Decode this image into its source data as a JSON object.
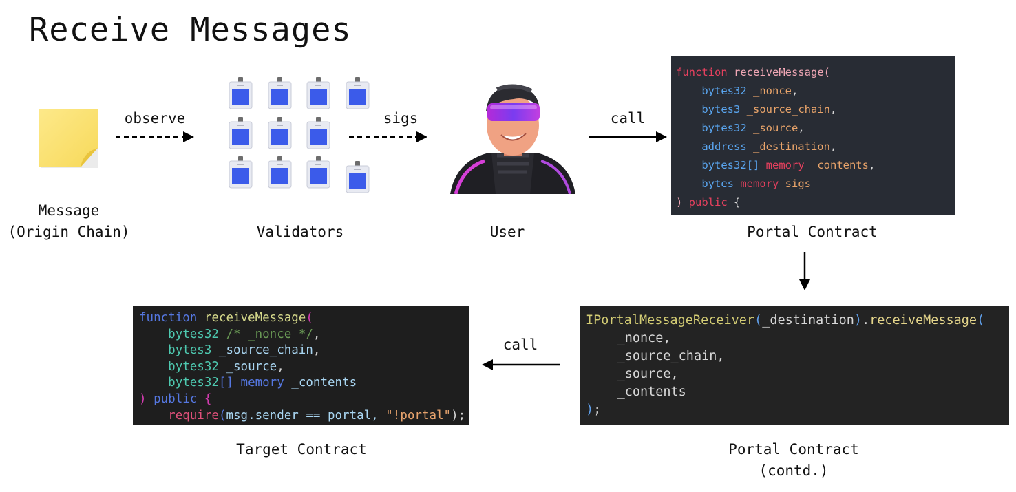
{
  "title": "Receive Messages",
  "nodes": {
    "message": "Message\n(Origin Chain)",
    "validators": "Validators",
    "user": "User",
    "portal": "Portal Contract",
    "portal_contd": "Portal Contract\n(contd.)",
    "target": "Target Contract"
  },
  "edges": {
    "observe": "observe",
    "sigs": "sigs",
    "call_portal": "call",
    "call_target": "call"
  },
  "code_portal": {
    "l1_kw": "function",
    "l1_fn": "receiveMessage",
    "l1_p": "(",
    "l2_t": "bytes32",
    "l2_v": " _nonce",
    "l2_p": ",",
    "l3_t": "bytes3",
    "l3_v": " _source_chain",
    "l3_p": ",",
    "l4_t": "bytes32",
    "l4_v": " _source",
    "l4_p": ",",
    "l5_t": "address",
    "l5_v": " _destination",
    "l5_p": ",",
    "l6_t": "bytes32[]",
    "l6_k": " memory",
    "l6_v": " _contents",
    "l6_p": ",",
    "l7_t": "bytes",
    "l7_k": " memory",
    "l7_v": " sigs",
    "l8_p": ") ",
    "l8_k": "public",
    "l8_b": " {"
  },
  "code_portal_contd": {
    "l1_cls": "IPortalMessageReceiver",
    "l1_br": "(",
    "l1_arg": "_destination",
    "l1_br2": ")",
    "l1_dot": ".",
    "l1_fn": "receiveMessage",
    "l1_br3": "(",
    "l2": "_nonce,",
    "l3": "_source_chain,",
    "l4": "_source,",
    "l5": "_contents",
    "l6_br": ")",
    "l6_p": ";"
  },
  "code_target": {
    "l1_kw": "function",
    "l1_fn": " receiveMessage",
    "l1_br": "(",
    "l2_t": "bytes32",
    "l2_c": " /* _nonce */",
    "l2_p": ",",
    "l3_t": "bytes3",
    "l3_v": " _source_chain",
    "l3_p": ",",
    "l4_t": "bytes32",
    "l4_v": " _source",
    "l4_p": ",",
    "l5_t": "bytes32",
    "l5_b": "[]",
    "l5_k": " memory",
    "l5_v": " _contents",
    "l6_br": ")",
    "l6_k": " public",
    "l6_b": " {",
    "l7_rq": "require",
    "l7_o": "(",
    "l7_a": "msg.sender == portal, ",
    "l7_s": "\"!portal\"",
    "l7_c": ");"
  },
  "colors": {
    "arrow": "#000000",
    "validator_card": "#3b5bea",
    "note": "#fbe67a"
  }
}
